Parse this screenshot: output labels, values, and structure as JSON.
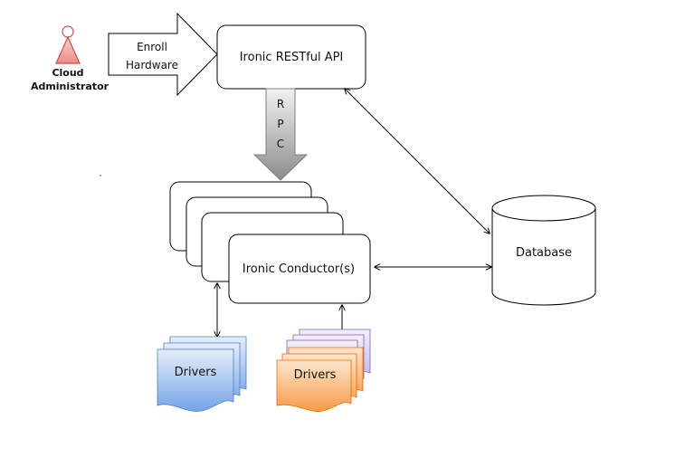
{
  "actor": {
    "label_line1": "Cloud",
    "label_line2": "Administrator"
  },
  "enroll_arrow": {
    "label_line1": "Enroll",
    "label_line2": "Hardware"
  },
  "api": {
    "label": "Ironic RESTful API"
  },
  "rpc_arrow": {
    "letters": [
      "R",
      "P",
      "C"
    ]
  },
  "conductor": {
    "label": "Ironic Conductor(s)"
  },
  "database": {
    "label": "Database"
  },
  "drivers_left": {
    "label": "Drivers"
  },
  "drivers_right": {
    "label": "Drivers"
  },
  "colors": {
    "actor_fill": "#f4a8a8",
    "actor_stroke": "#c0504d",
    "rpc_fill_top": "#f2f2f2",
    "rpc_fill_bottom": "#8c8c8c",
    "blue_light": "#dbe8f8",
    "blue_dark": "#7ea8e6",
    "orange_light": "#fde2c4",
    "orange_dark": "#f7a35c",
    "purple_light": "#eee6f7",
    "purple_mid": "#c9b6e6"
  }
}
